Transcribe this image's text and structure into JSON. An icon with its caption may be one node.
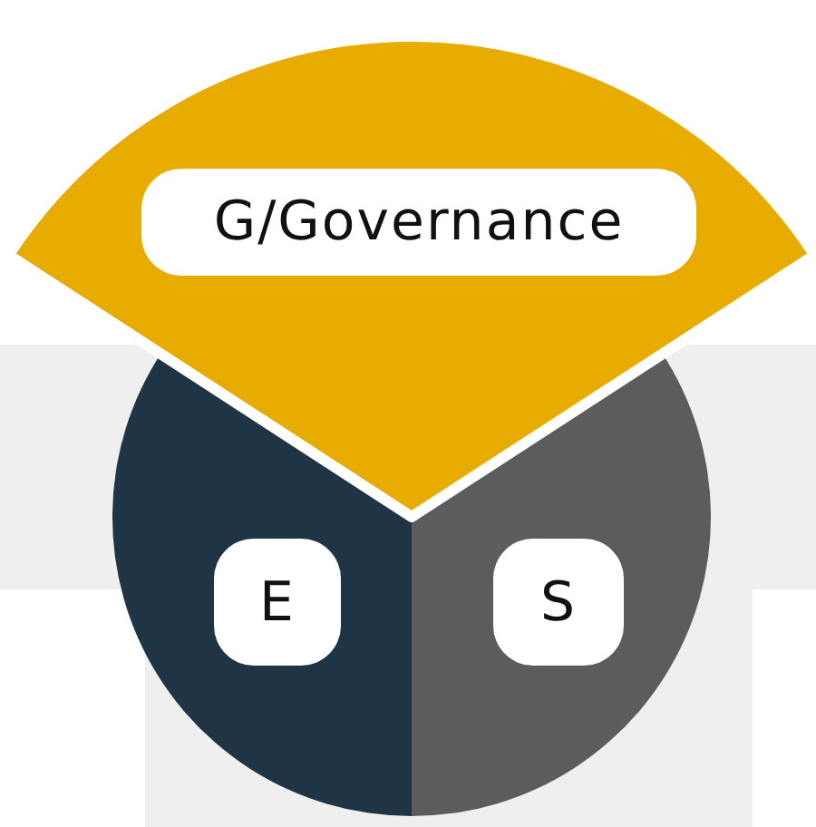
{
  "diagram": {
    "nodes": [
      {
        "text": [
          "G/Governance"
        ]
      },
      {
        "text": [
          "E"
        ]
      },
      {
        "text": [
          "S"
        ]
      }
    ]
  }
}
